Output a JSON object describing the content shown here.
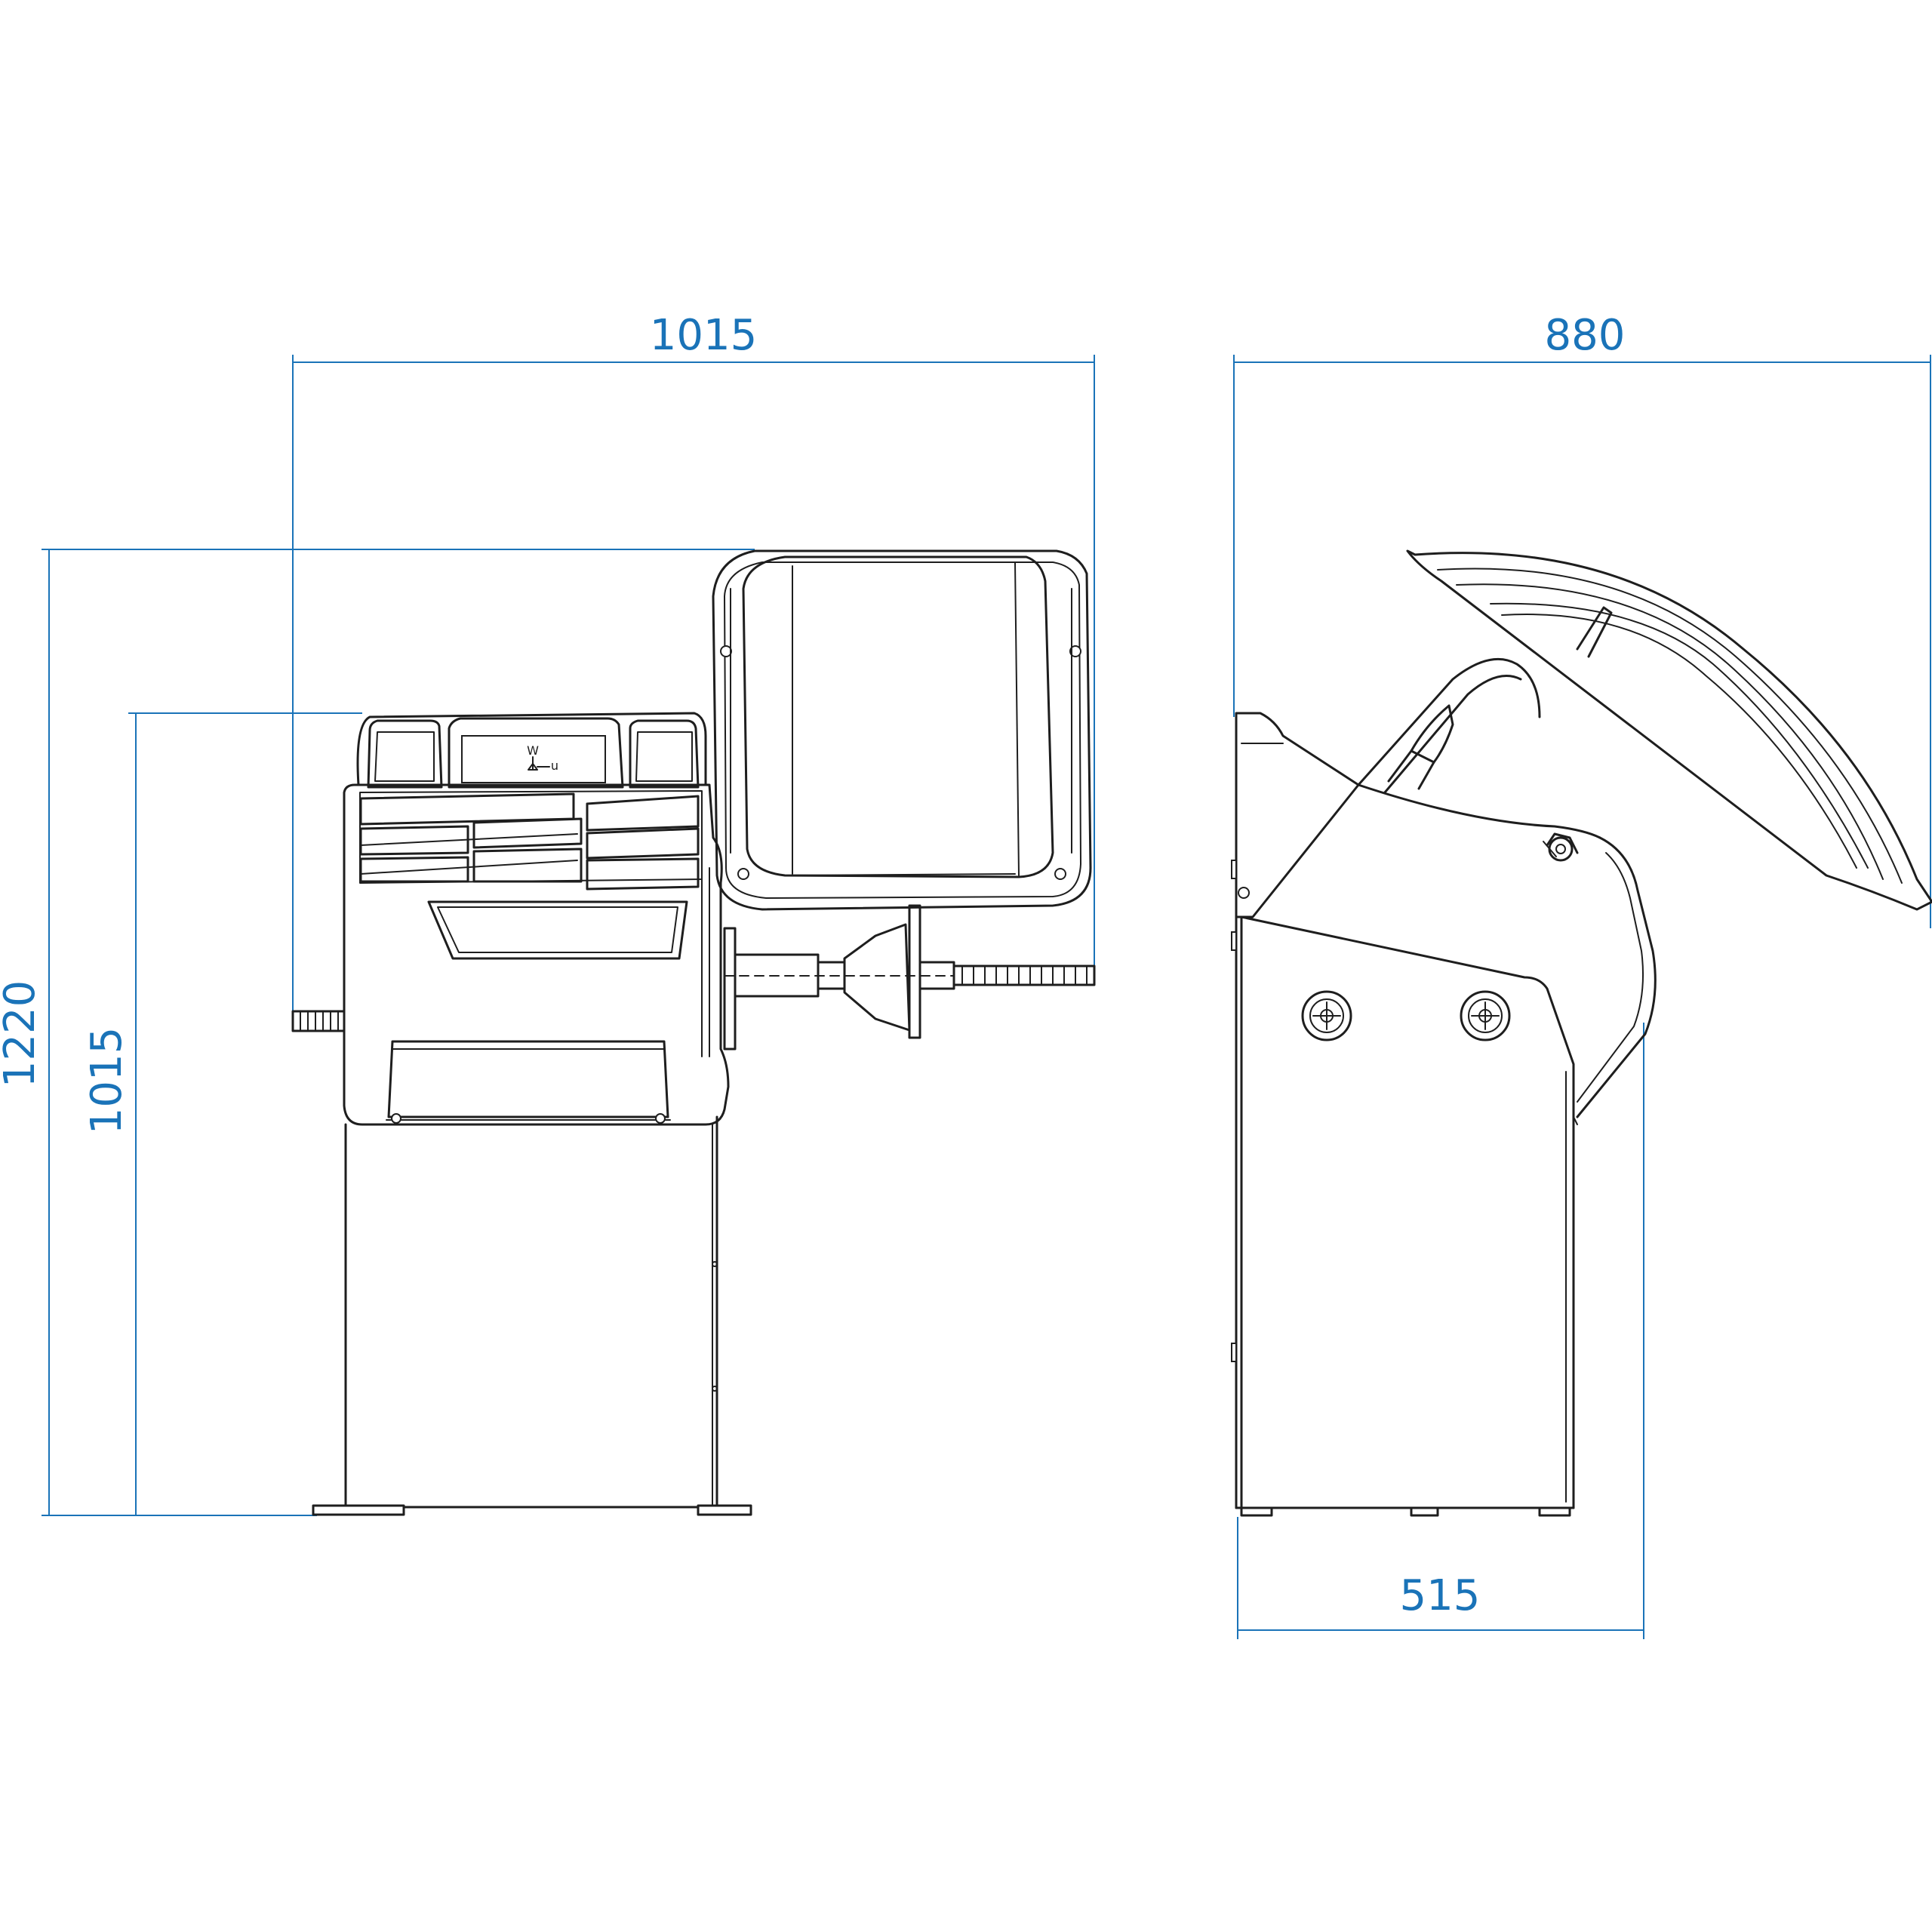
{
  "colors": {
    "dimension": "#1a73b8",
    "outline": "#1e1e1e",
    "background": "#ffffff"
  },
  "dimensions": {
    "front_width": "1015",
    "side_width": "880",
    "overall_height": "1220",
    "body_height": "1015",
    "base_depth": "515"
  },
  "panel_symbol": {
    "top_letter": "W",
    "side_letter": "u"
  }
}
